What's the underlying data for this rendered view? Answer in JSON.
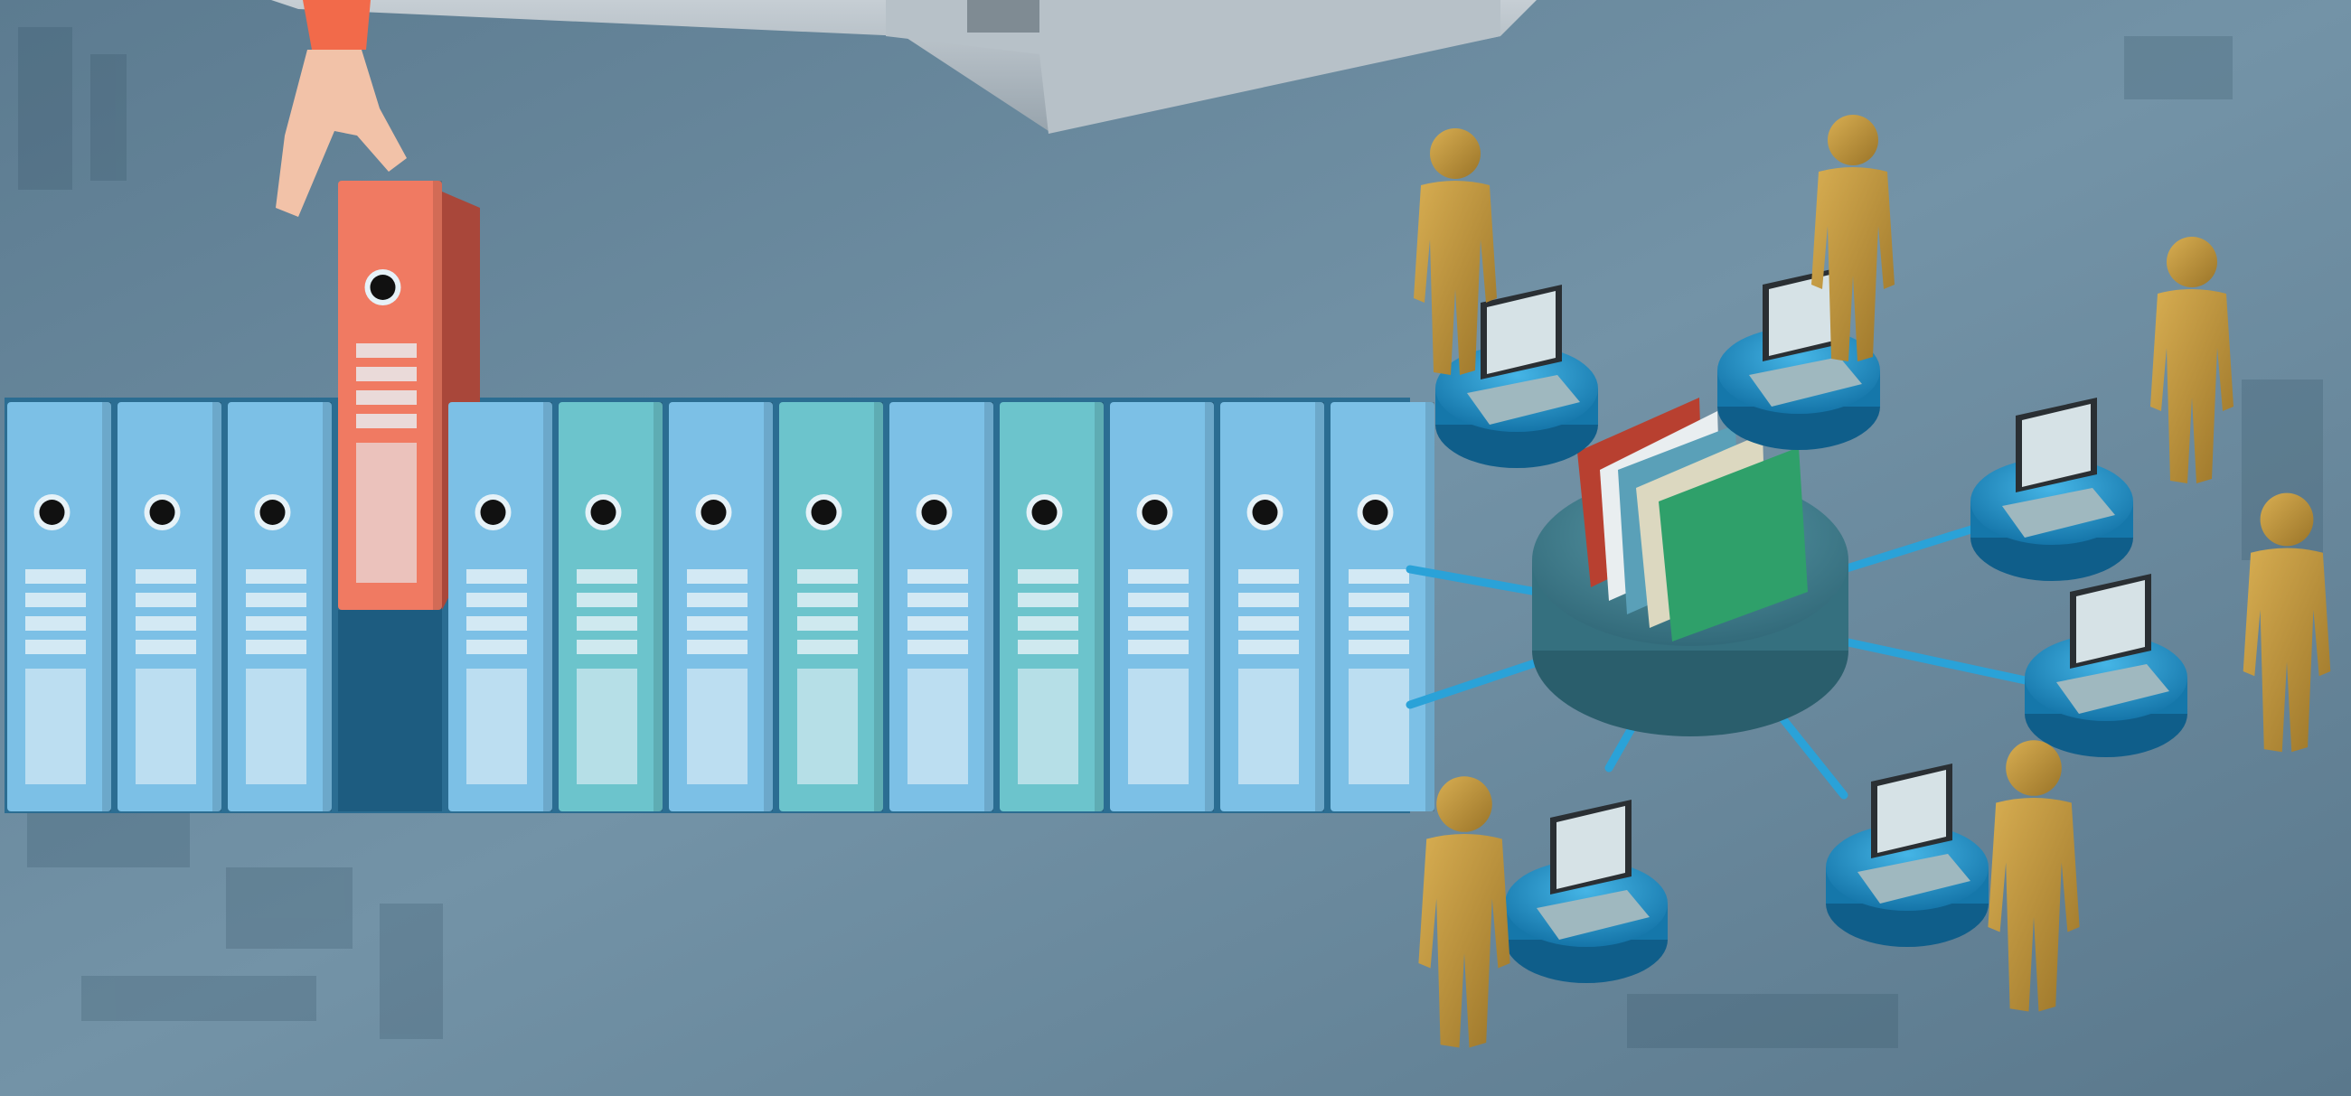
{
  "scene": {
    "description_free": true,
    "colors": {
      "background": "#6b8ba0",
      "background_dark": "#4e6c80",
      "binder_blue": "#7cc0e6",
      "binder_teal": "#6cc4cc",
      "binder_red": "#f07a62",
      "label_white": "#e8f2f8",
      "network_disc": "#1f8fc4",
      "hub": "#3f7f90",
      "figure_gold": "#b8923a",
      "laptop": "#8aa4ac",
      "folder_green": "#2fa06a",
      "folder_red": "#b84030",
      "drawer_gray": "#aeb8bf",
      "skin": "#f2c2a8",
      "sleeve": "#f26a4a"
    },
    "binders": [
      {
        "tone": "blue"
      },
      {
        "tone": "blue"
      },
      {
        "tone": "blue"
      },
      {
        "tone": "red",
        "raised": true
      },
      {
        "tone": "blue"
      },
      {
        "tone": "teal"
      },
      {
        "tone": "blue"
      },
      {
        "tone": "teal"
      },
      {
        "tone": "blue"
      },
      {
        "tone": "teal"
      },
      {
        "tone": "blue"
      },
      {
        "tone": "blue"
      },
      {
        "tone": "blue"
      }
    ],
    "network_nodes": 6,
    "people": 6
  }
}
